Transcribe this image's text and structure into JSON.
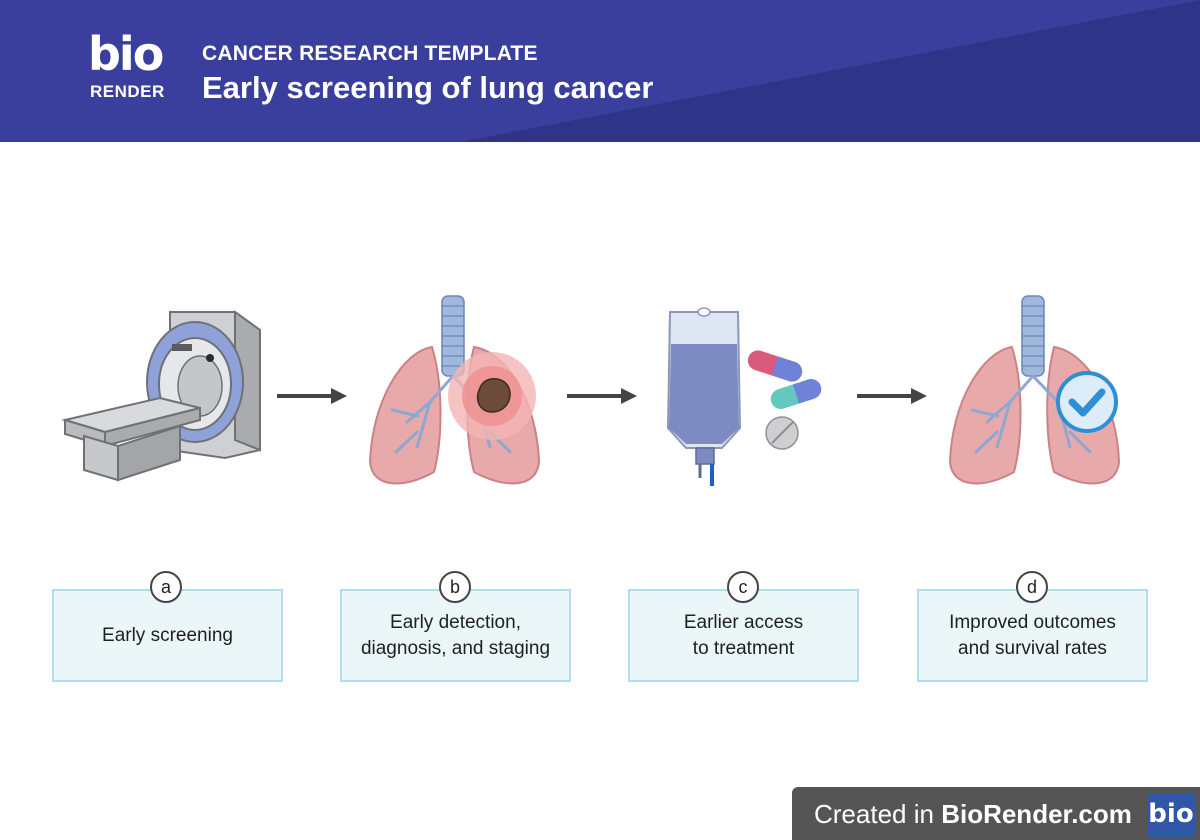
{
  "header": {
    "logo_top": "bio",
    "logo_bottom": "RENDER",
    "kicker": "CANCER RESEARCH TEMPLATE",
    "title": "Early screening of lung cancer"
  },
  "steps": [
    {
      "letter": "a",
      "text": "Early screening",
      "icon": "ct-scanner-icon"
    },
    {
      "letter": "b",
      "text": "Early detection,\ndiagnosis, and staging",
      "icon": "lungs-tumor-icon"
    },
    {
      "letter": "c",
      "text": "Earlier access\nto treatment",
      "icon": "iv-bag-pills-icon"
    },
    {
      "letter": "d",
      "text": "Improved outcomes\nand survival rates",
      "icon": "lungs-check-icon"
    }
  ],
  "footer": {
    "prefix": "Created in ",
    "brand": "BioRender.com",
    "logo": "bio"
  },
  "colors": {
    "header": "#3a3f9d",
    "box_fill": "#ebf6f9",
    "box_border": "#b3dde8",
    "lung": "#e8a9ab",
    "trachea": "#9fb8dc",
    "tumor_glow": "#f08a8a",
    "check": "#2f8fd6",
    "footer": "#555555"
  }
}
